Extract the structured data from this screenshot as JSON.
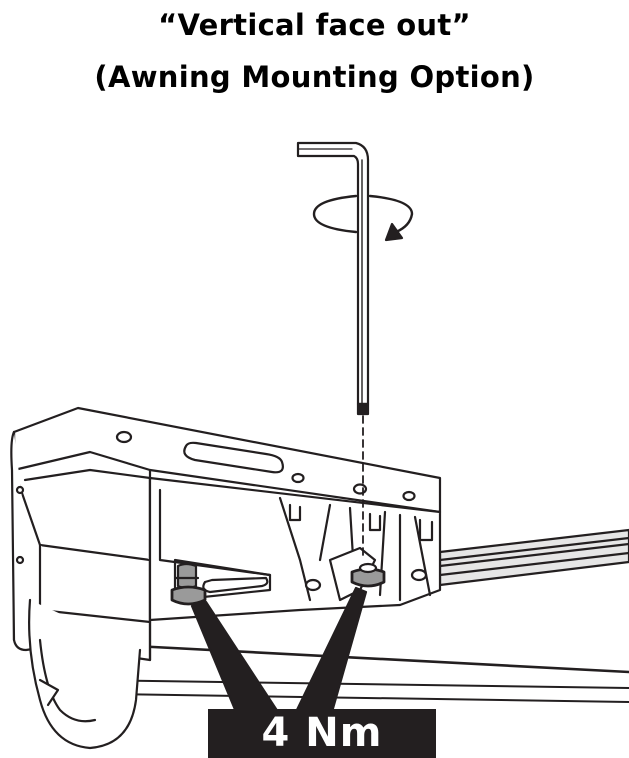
{
  "title_line_1": "“Vertical face out”",
  "title_line_2": "(Awning Mounting Option)",
  "torque_label": "4 Nm",
  "colors": {
    "ink": "#231f20",
    "paper": "#ffffff",
    "rail_fill": "#e6e6e6",
    "bolt_fill": "#9a9a9a"
  },
  "icons": [
    "hex-key-icon",
    "rotate-clockwise-icon"
  ]
}
